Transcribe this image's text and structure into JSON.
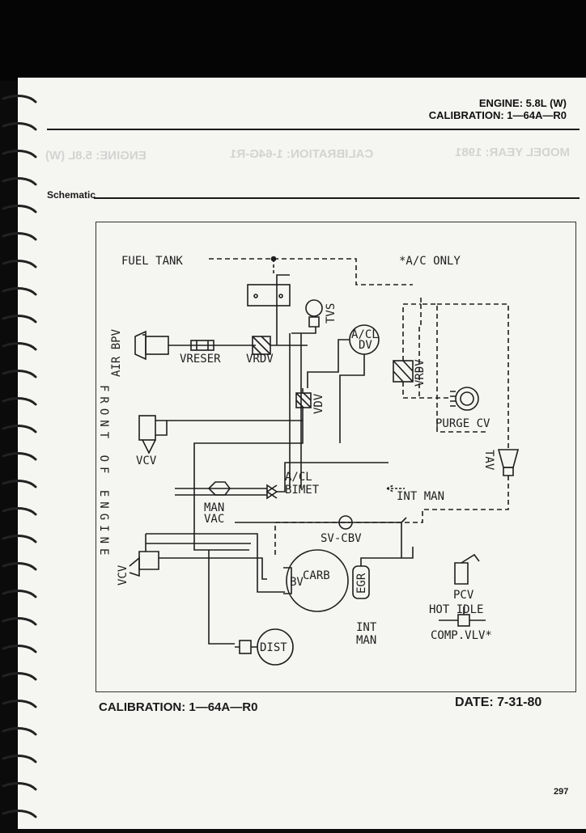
{
  "header": {
    "engine": "ENGINE: 5.8L (W)",
    "calibration": "CALIBRATION: 1—64A—R0"
  },
  "section": {
    "title": "Schematic"
  },
  "schematic": {
    "labels": {
      "fuel_tank": "FUEL TANK",
      "ac_only": "*A/C ONLY",
      "tvs": "TVS",
      "air_bpv": "AIR BPV",
      "vreser": "VRESER",
      "vrdv": "VRDV",
      "acl_dv_1": "A/CL",
      "acl_dv_2": "DV",
      "vrdv2": "VRDV",
      "front_of_engine": "FRONT OF ENGINE",
      "vdv": "VDV",
      "purge_cv": "PURGE CV",
      "vcv_top": "VCV",
      "acl_bimet_1": "A/CL",
      "acl_bimet_2": "BIMET",
      "tav": "TAV",
      "int_man_right": "INT MAN",
      "man_vac_1": "MAN",
      "man_vac_2": "VAC",
      "sv_cbv": "SV-CBV",
      "vcv_bottom": "VCV",
      "carb": "CARB",
      "bv": "BV",
      "egr": "EGR",
      "pcv": "PCV",
      "hot_idle": "HOT IDLE",
      "comp_vlv": "COMP.VLV*",
      "int_man_bottom_1": "INT",
      "int_man_bottom_2": "MAN",
      "dist": "DIST"
    }
  },
  "footer": {
    "calibration": "CALIBRATION: 1—64A—R0",
    "date": "DATE: 7-31-80",
    "page_number": "297"
  },
  "colors": {
    "ink": "#1e1e1e",
    "paper": "#f5f5f2",
    "spine": "#050505"
  }
}
